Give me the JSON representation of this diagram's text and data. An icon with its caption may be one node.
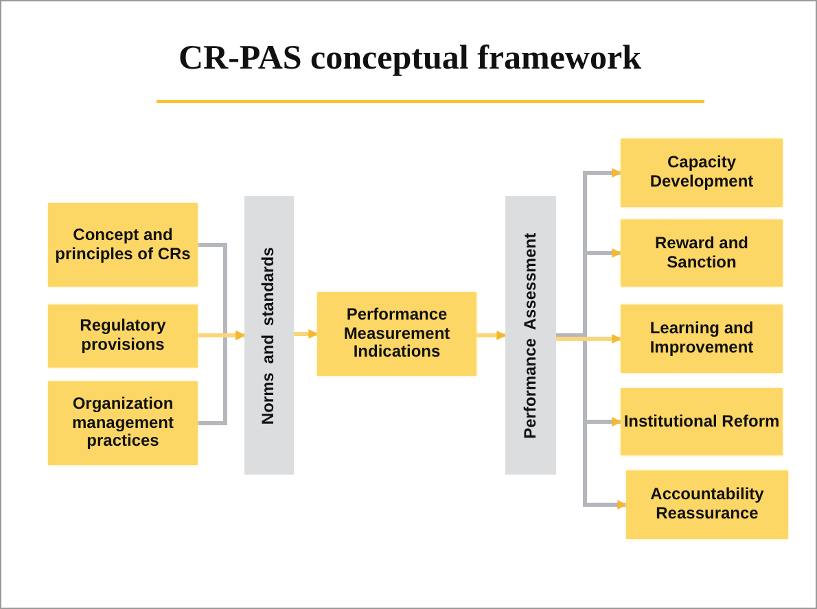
{
  "diagram": {
    "title": "CR-PAS conceptual framework",
    "nodes": [
      {
        "text": [
          "Concept and principles of CRs"
        ]
      },
      {
        "text": [
          "Regulatory provisions"
        ]
      },
      {
        "text": [
          "Organization management practices"
        ]
      },
      {
        "text": [
          "Norms and standards"
        ]
      },
      {
        "text": [
          "Performance Measurement Indications"
        ]
      },
      {
        "text": [
          "Performance Assessment"
        ]
      },
      {
        "text": [
          "Capacity Development"
        ]
      },
      {
        "text": [
          "Reward and Sanction"
        ]
      },
      {
        "text": [
          "Learning and Improvement"
        ]
      },
      {
        "text": [
          "Institutional Reform"
        ]
      },
      {
        "text": [
          "Accountability Reassurance"
        ]
      }
    ],
    "edges": [
      {
        "from": 0,
        "to": 3,
        "arrow": "to",
        "color": "#b4b7bc"
      },
      {
        "from": 2,
        "to": 3,
        "arrow": "to",
        "color": "#b4b7bc"
      },
      {
        "from": 1,
        "to": 3,
        "arrow": "to"
      },
      {
        "from": 3,
        "to": 4,
        "arrow": "to"
      },
      {
        "from": 4,
        "to": 5,
        "arrow": "to"
      },
      {
        "from": 5,
        "to": 6,
        "arrow": "to",
        "color": "#b4b7bc"
      },
      {
        "from": 5,
        "to": 7,
        "arrow": "to",
        "color": "#b4b7bc"
      },
      {
        "from": 5,
        "to": 9,
        "arrow": "to",
        "color": "#b4b7bc"
      },
      {
        "from": 5,
        "to": 10,
        "arrow": "to",
        "color": "#b4b7bc"
      },
      {
        "from": 5,
        "to": 8,
        "arrow": "to"
      }
    ]
  }
}
